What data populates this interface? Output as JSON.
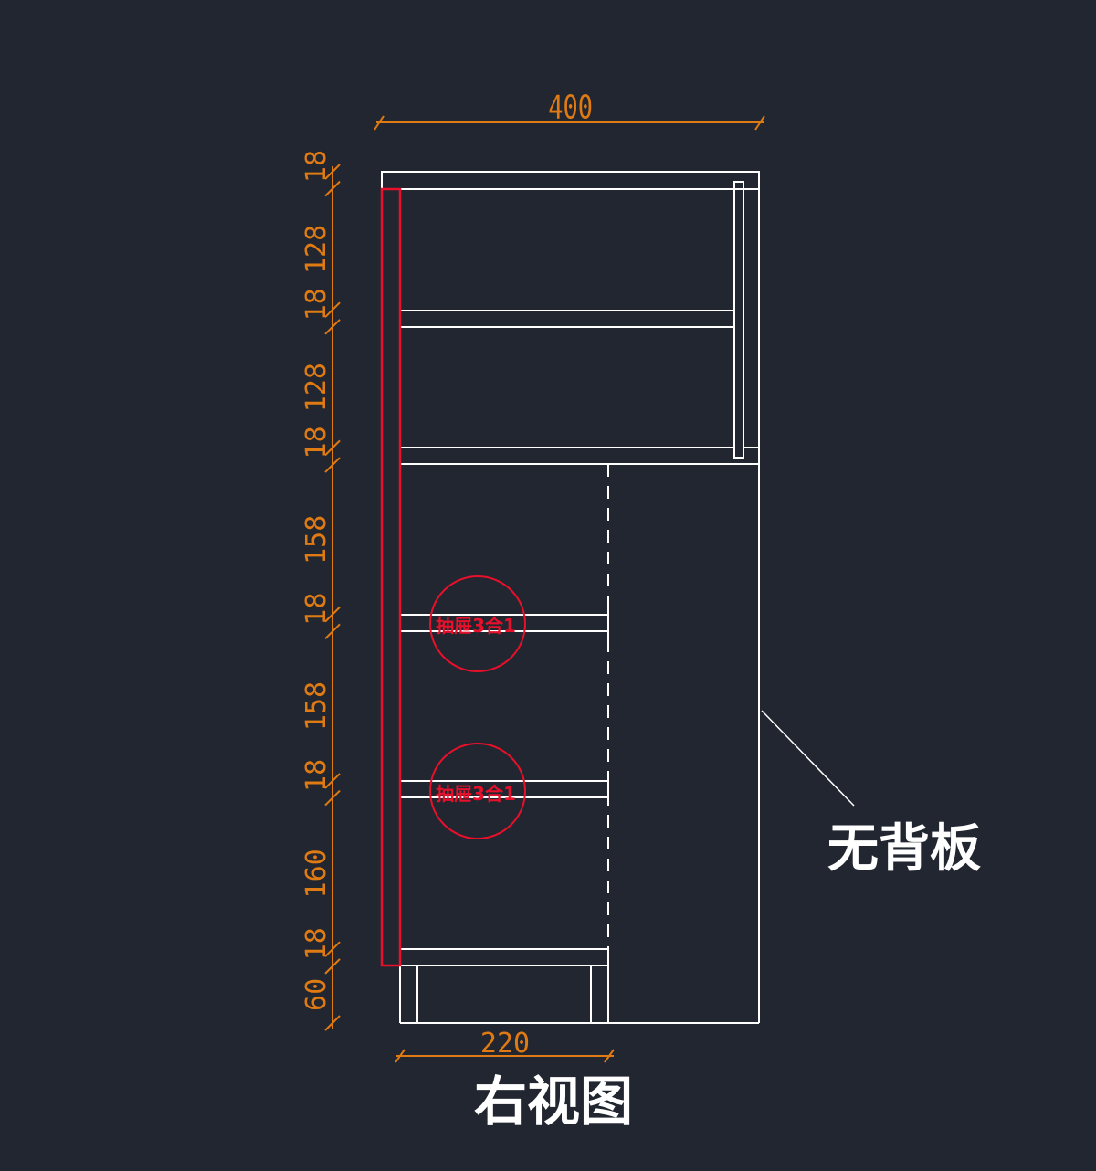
{
  "colors": {
    "background": "#212630",
    "outline": "#ffffff",
    "dimension": "#e07a12",
    "highlight": "#e8102a"
  },
  "dimensions": {
    "top_width": "400",
    "bottom_width": "220",
    "vertical": [
      "18",
      "128",
      "18",
      "128",
      "18",
      "158",
      "18",
      "158",
      "18",
      "160",
      "18",
      "60"
    ]
  },
  "callouts": [
    "抽屉3合1",
    "抽屉3合1"
  ],
  "labels": {
    "no_back_panel": "无背板",
    "view_title": "右视图"
  }
}
